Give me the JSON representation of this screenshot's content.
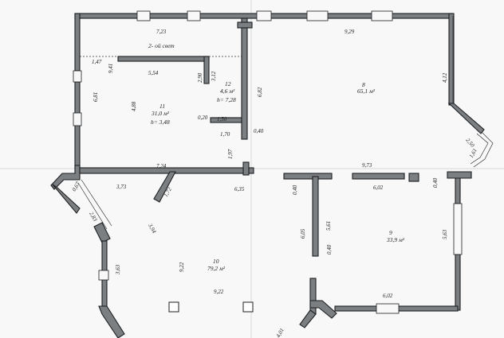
{
  "second_light_label": "2- ой свет",
  "dimensions": [
    "7,23",
    "9,29",
    "1,47",
    "9,41",
    "5,54",
    "2,90",
    "3,12",
    "6,81",
    "4,88",
    "4,12",
    "6,82",
    "0,20",
    "1,50",
    "1,70",
    "0,40",
    "1,97",
    "7,24",
    "9,73",
    "2,50",
    "1,61",
    "0,67",
    "3,73",
    "1,72",
    "6,35",
    "0,40",
    "6,02",
    "0,40",
    "2,83",
    "3,94",
    "6,05",
    "5,61",
    "5,63",
    "3,63",
    "9,22",
    "0,40",
    "9,22",
    "6,02",
    "4,01"
  ],
  "rooms": [
    {
      "number": "8",
      "area": "65,1 м²"
    },
    {
      "number": "11",
      "area": "31,0 м²",
      "height": "h= 3,48"
    },
    {
      "number": "12",
      "area": "4,6 м²",
      "height": "h= 7,28"
    },
    {
      "number": "9",
      "area": "33,9 м²"
    },
    {
      "number": "10",
      "area": "79,2 м²"
    }
  ]
}
